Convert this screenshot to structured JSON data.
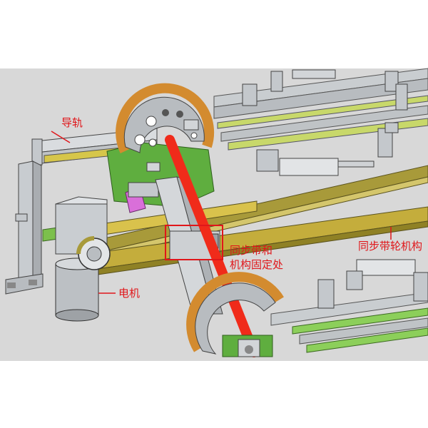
{
  "image": {
    "background_color": "#d8d8d8",
    "label_color": "#e0161a",
    "rail_yellow": "#d6c64a",
    "belt_olive": "#a89a3a",
    "belt_orange": "#d38b2f",
    "frame_green": "#5fae3f",
    "shaft_red": "#f02b1a"
  },
  "annotations": {
    "guide_rail": "导轨",
    "belt_clamp_line1": "同步带和",
    "belt_clamp_line2": "机构固定处",
    "pulley_mechanism": "同步带轮机构",
    "motor": "电机"
  }
}
